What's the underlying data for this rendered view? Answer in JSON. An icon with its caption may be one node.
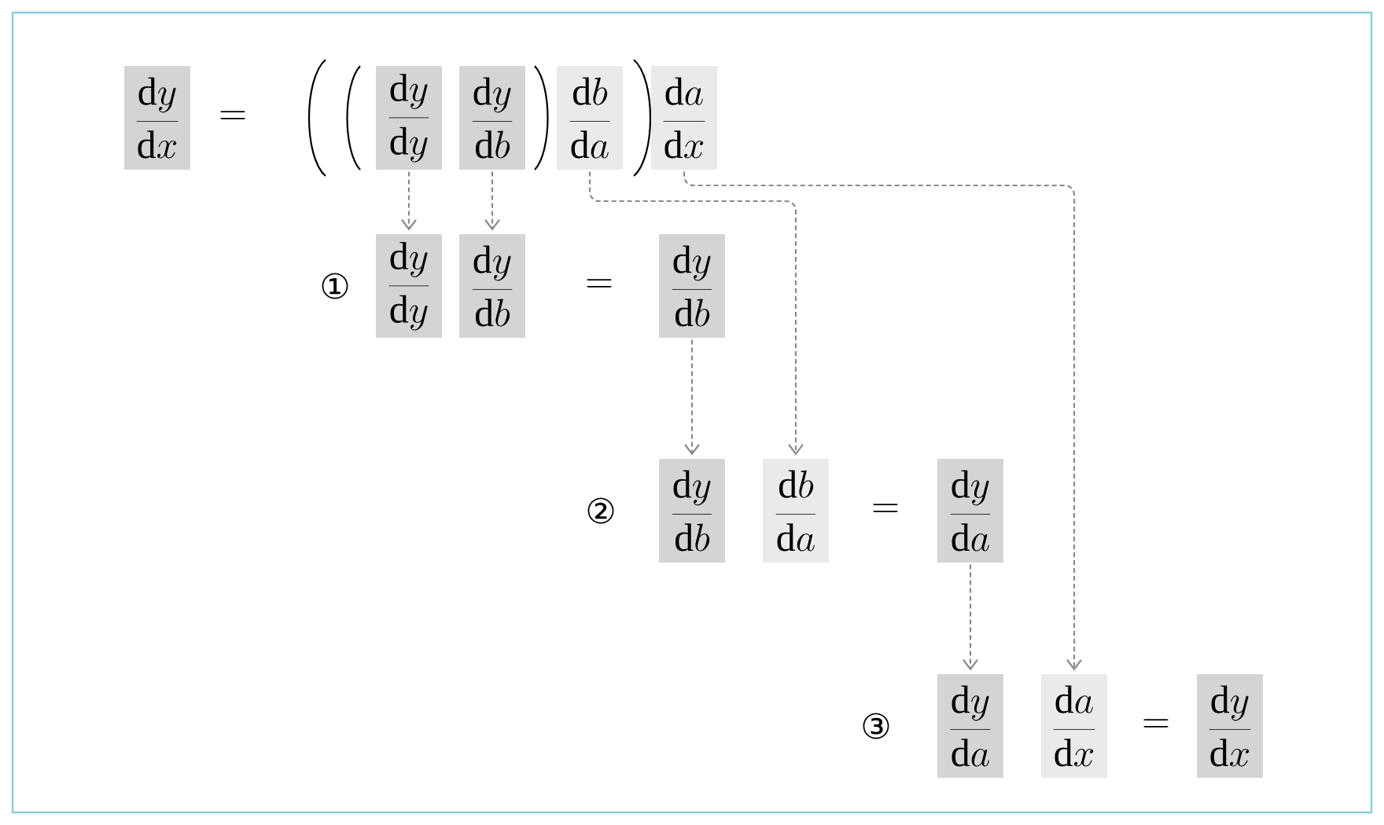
{
  "diagram": {
    "nodes": [
      {
        "text": [
          "\\frac{\\mathrm{d}y}{\\mathrm{d}x}"
        ]
      },
      {
        "text": [
          "\\frac{\\mathrm{d}y}{\\mathrm{d}y}"
        ]
      },
      {
        "text": [
          "\\frac{\\mathrm{d}y}{\\mathrm{d}b}"
        ]
      },
      {
        "text": [
          "\\frac{\\mathrm{d}b}{\\mathrm{d}a}"
        ]
      },
      {
        "text": [
          "\\frac{\\mathrm{d}a}{\\mathrm{d}x}"
        ]
      },
      {
        "text": [
          "\\frac{\\mathrm{d}y}{\\mathrm{d}y}"
        ]
      },
      {
        "text": [
          "\\frac{\\mathrm{d}y}{\\mathrm{d}b}"
        ]
      },
      {
        "text": [
          "\\frac{\\mathrm{d}y}{\\mathrm{d}b}"
        ]
      },
      {
        "text": [
          "\\frac{\\mathrm{d}y}{\\mathrm{d}b}"
        ]
      },
      {
        "text": [
          "\\frac{\\mathrm{d}b}{\\mathrm{d}a}"
        ]
      },
      {
        "text": [
          "\\frac{\\mathrm{d}y}{\\mathrm{d}a}"
        ]
      },
      {
        "text": [
          "\\frac{\\mathrm{d}y}{\\mathrm{d}a}"
        ]
      },
      {
        "text": [
          "\\frac{\\mathrm{d}a}{\\mathrm{d}x}"
        ]
      },
      {
        "text": [
          "\\frac{\\mathrm{d}y}{\\mathrm{d}x}"
        ]
      }
    ],
    "edges": [
      {
        "from": 1,
        "to": 5,
        "arrow": "to",
        "style": "dashed"
      },
      {
        "from": 2,
        "to": 6,
        "arrow": "to",
        "style": "dashed"
      },
      {
        "from": 3,
        "to": 9,
        "arrow": "to",
        "style": "dashed"
      },
      {
        "from": 4,
        "to": 12,
        "arrow": "to",
        "style": "dashed"
      },
      {
        "from": 7,
        "to": 8,
        "arrow": "to",
        "style": "dashed"
      },
      {
        "from": 10,
        "to": 11,
        "arrow": "to",
        "style": "dashed"
      }
    ],
    "labels": [
      "=",
      "①",
      "=",
      "②",
      "=",
      "③",
      "="
    ]
  }
}
